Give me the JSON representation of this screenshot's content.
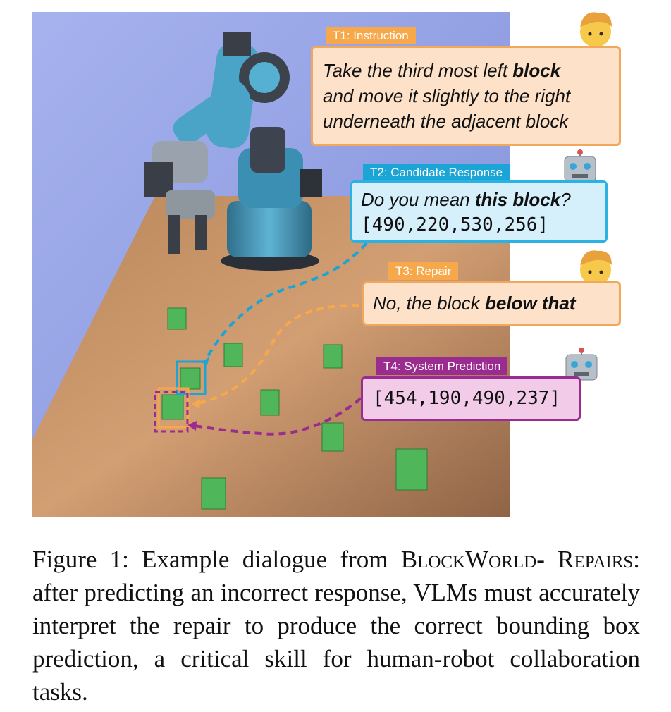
{
  "figure": {
    "t1": {
      "tag": "T1: Instruction",
      "speaker_icon": "person-emoji-icon",
      "line1_pre": "Take the third most left ",
      "line1_bold": "block",
      "line2": "and move it slightly to the right",
      "line3": "underneath the adjacent block"
    },
    "t2": {
      "tag": "T2: Candidate Response",
      "speaker_icon": "robot-emoji-icon",
      "line1_pre": "Do you mean ",
      "line1_bold": "this block",
      "line1_post": "?",
      "bbox": "[490,220,530,256]"
    },
    "t3": {
      "tag": "T3: Repair",
      "speaker_icon": "person-emoji-icon",
      "text_pre": "No, the block ",
      "text_bold": "below that"
    },
    "t4": {
      "tag": "T4: System Prediction",
      "speaker_icon": "robot-emoji-icon",
      "bbox": "[454,190,490,237]"
    },
    "colors": {
      "instruction": "#f7a84a",
      "candidate": "#1aa5d6",
      "repair": "#f7a84a",
      "prediction": "#9b2c8f"
    }
  },
  "caption": {
    "label": "Figure 1:",
    "text_a": " Example dialogue from ",
    "name_part1": "BlockWorld-",
    "name_part2": "Repairs",
    "text_b": ": after predicting an incorrect response, VLMs must accurately interpret the repair to produce the correct bounding box prediction, a critical skill for human-robot collaboration tasks."
  }
}
